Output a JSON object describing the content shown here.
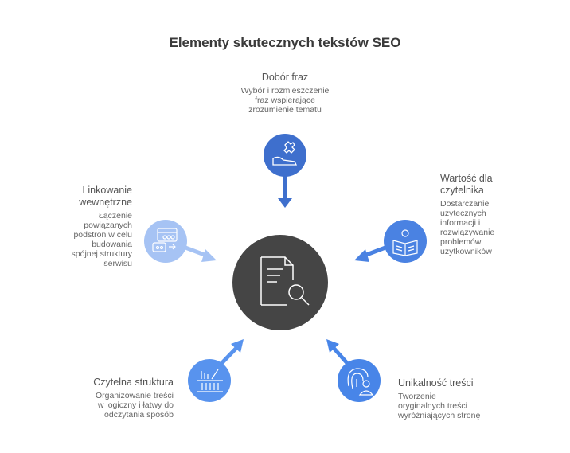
{
  "title": "Elementy skutecznych tekstów SEO",
  "colors": {
    "center": "#454545",
    "dobor": "#3e6fcd",
    "wartosc": "#4a82e2",
    "linkowanie": "#a6c3f4",
    "czytelna": "#5893ee",
    "unikalnosc": "#4885e8"
  },
  "center": {
    "icon": "document-search-icon"
  },
  "nodes": {
    "dobor": {
      "title": "Dobór fraz",
      "desc": "Wybór i rozmieszczenie fraz wspierające zrozumienie tematu",
      "icon": "puzzle-hand-icon"
    },
    "wartosc": {
      "title": "Wartość dla czytelnika",
      "desc": "Dostarczanie użytecznych informacji i rozwiązywanie problemów użytkowników",
      "icon": "reader-book-icon"
    },
    "linkowanie": {
      "title": "Linkowanie wewnętrzne",
      "desc": "Łączenie powiązanych podstron w celu budowania spójnej struktury serwisu",
      "icon": "linked-windows-icon"
    },
    "czytelna": {
      "title": "Czytelna struktura",
      "desc": "Organizowanie treści w logiczny i łatwy do odczytania sposób",
      "icon": "shelf-icon"
    },
    "unikalnosc": {
      "title": "Unikalność treści",
      "desc": "Tworzenie oryginalnych treści wyróżniających stronę",
      "icon": "fingerprint-user-icon"
    }
  }
}
